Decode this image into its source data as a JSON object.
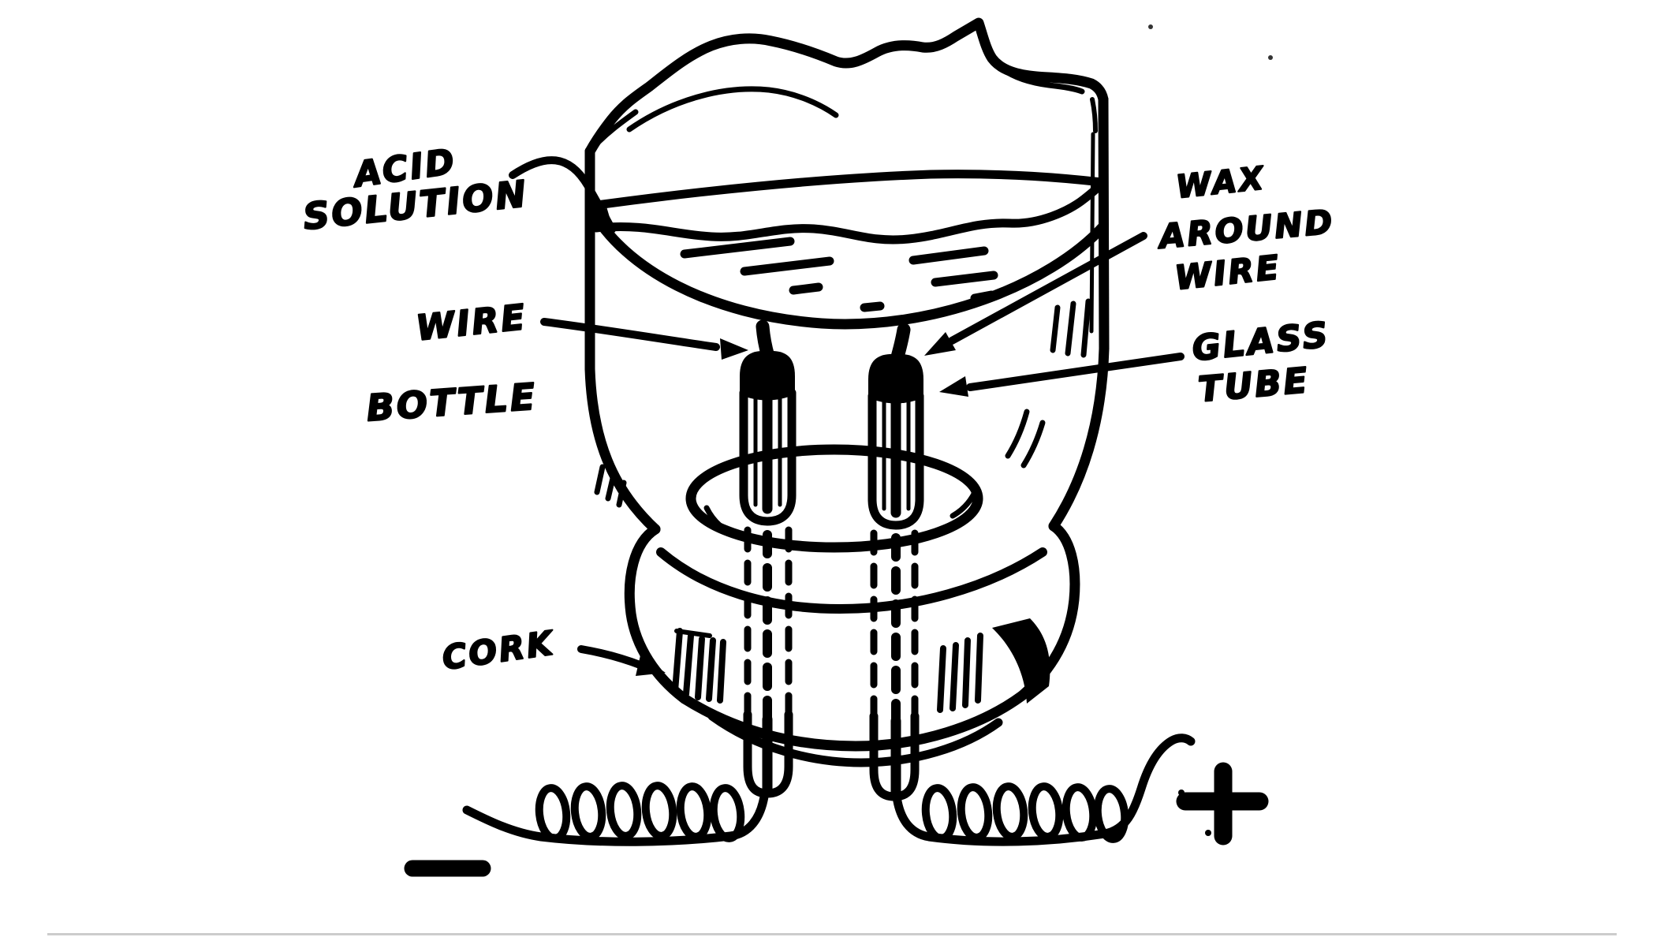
{
  "figure": {
    "background_color": "#ffffff",
    "ink_color": "#000000",
    "labels": {
      "acid": [
        "ACID",
        "SOLUTION"
      ],
      "wire": "WIRE",
      "bottle": "BOTTLE",
      "wax": [
        "WAX",
        "AROUND",
        "WIRE"
      ],
      "glass": [
        "GLASS",
        "TUBE"
      ],
      "cork": "CORK"
    },
    "polarity": {
      "positive": "+",
      "negative": "−"
    }
  }
}
